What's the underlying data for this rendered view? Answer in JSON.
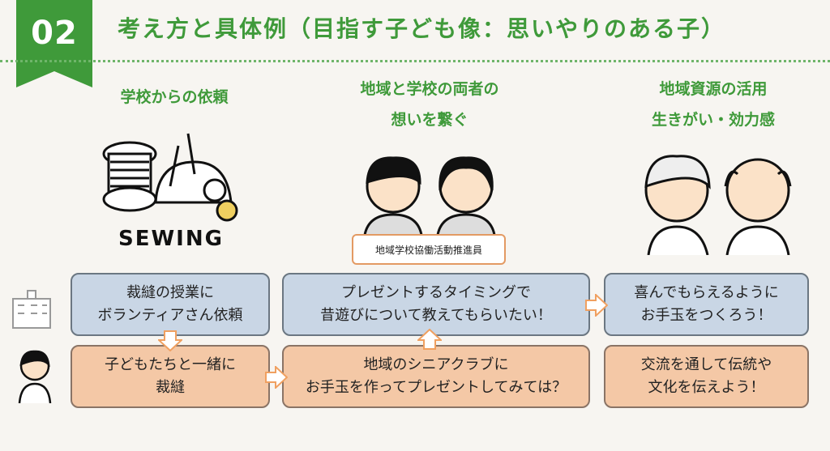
{
  "header": {
    "number": "02",
    "title": "考え方と具体例（目指す子ども像：思いやりのある子）"
  },
  "columns": {
    "left": {
      "heading": "学校からの依頼",
      "illustration_text": "SEWING"
    },
    "middle": {
      "heading_line1": "地域と学校の両者の",
      "heading_line2": "想いを繋ぐ",
      "role_label": "地域学校協働活動推進員"
    },
    "right": {
      "heading_line1": "地域資源の活用",
      "heading_line2": "生きがい・効力感"
    }
  },
  "boxes": {
    "school_request": {
      "line1": "裁縫の授業に",
      "line2": "ボランティアさん依頼"
    },
    "children_sew": {
      "line1": "子どもたちと一緒に",
      "line2": "裁縫"
    },
    "present_timing": {
      "line1": "プレゼントするタイミングで",
      "line2": "昔遊びについて教えてもらいたい！"
    },
    "senior_club": {
      "line1": "地域のシニアクラブに",
      "line2": "お手玉を作ってプレゼントしてみては？"
    },
    "make_otedama": {
      "line1": "喜んでもらえるように",
      "line2": "お手玉をつくろう！"
    },
    "tradition": {
      "line1": "交流を通して伝統や",
      "line2": "文化を伝えよう！"
    }
  },
  "colors": {
    "green": "#3f9a3a",
    "blue_box": "#c9d6e5",
    "orange_box": "#f4c8a6",
    "arrow_fill": "#ffffff",
    "arrow_stroke": "#f0a060"
  }
}
